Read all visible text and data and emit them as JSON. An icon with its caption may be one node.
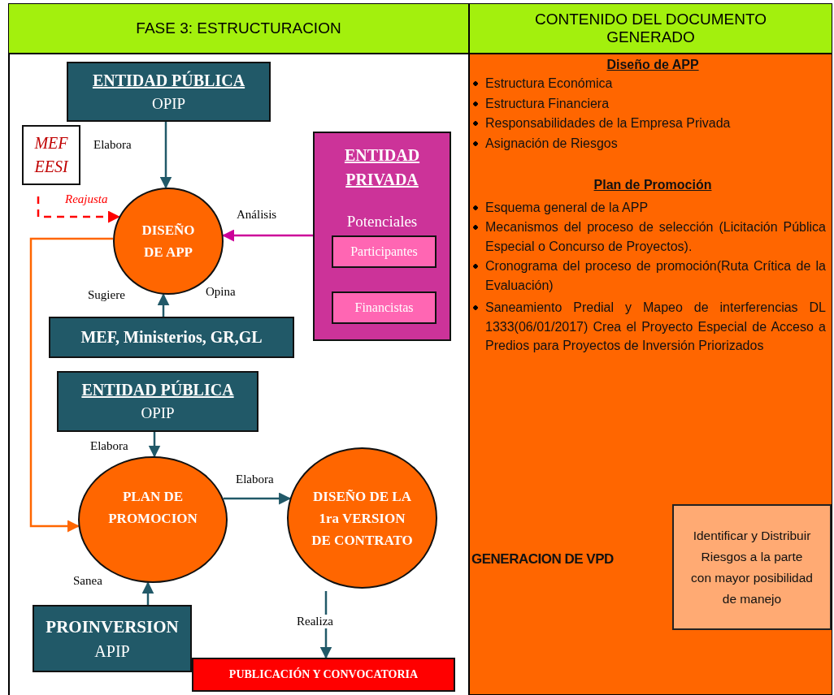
{
  "diagram": {
    "nodes": [
      {
        "text": [
          "FASE 3: ESTRUCTURACION"
        ]
      },
      {
        "text": [
          "CONTENIDO DEL DOCUMENTO GENERADO"
        ]
      },
      {
        "text": [
          "Diseño de APP",
          "Estructura Económica",
          "Estructura Financiera",
          "Responsabilidades de la Empresa Privada",
          "Asignación de Riesgos",
          "Plan de Promoción",
          "Esquema general de la APP",
          "Mecanismos del proceso de selección (Licitación Pública Especial o Concurso de Proyectos).",
          "Cronograma del proceso de  promoción(Ruta Crítica de  la Evaluación)",
          "Saneamiento Predial y Mapeo de interferencias DL 1333(06/01/2017) Crea el Proyecto Especial de Acceso a Predios para Proyectos de Inversión Priorizados",
          "GENERACION DE VPD"
        ]
      },
      {
        "text": [
          "Identificar y Distribuir Riesgos a la parte con mayor posibilidad de manejo"
        ],
        "in": 2
      },
      {
        "text": [
          "ENTIDAD PÚBLICA",
          "OPIP"
        ]
      },
      {
        "text": [
          "MEF EESI"
        ]
      },
      {
        "text": [
          "DISEÑO DE APP"
        ]
      },
      {
        "text": [
          "ENTIDAD PRIVADA",
          "Potenciales"
        ]
      },
      {
        "text": [
          "Participantes"
        ],
        "in": 7
      },
      {
        "text": [
          "Financistas"
        ],
        "in": 7
      },
      {
        "text": [
          "MEF, Ministerios, GR,GL"
        ]
      },
      {
        "text": [
          "ENTIDAD PÚBLICA",
          "OPIP"
        ]
      },
      {
        "text": [
          "PLAN DE PROMOCION"
        ]
      },
      {
        "text": [
          "DISEÑO DE LA 1ra VERSION DE CONTRATO"
        ]
      },
      {
        "text": [
          "PROINVERSION",
          "APIP"
        ]
      },
      {
        "text": [
          "PUBLICACIÓN Y CONVOCATORIA"
        ]
      }
    ],
    "edges": [
      {
        "from": 4,
        "to": 6,
        "arrow": "to",
        "label": "Elabora"
      },
      {
        "from": 5,
        "to": 6,
        "arrow": "to",
        "label": "Reajusta",
        "style": "dashed",
        "color": "#ff0000"
      },
      {
        "from": 7,
        "to": 6,
        "arrow": "to",
        "label": "Análisis",
        "color": "#cc0099"
      },
      {
        "from": 10,
        "to": 6,
        "arrow": "to",
        "label": "Sugiere"
      },
      {
        "from": 6,
        "to": 12,
        "arrow": "to",
        "color": "#ff6600"
      },
      {
        "from": 11,
        "to": 12,
        "arrow": "to",
        "label": "Elabora"
      },
      {
        "from": 12,
        "to": 13,
        "arrow": "to",
        "label": "Elabora"
      },
      {
        "from": 14,
        "to": 12,
        "arrow": "to",
        "label": "Sanea"
      },
      {
        "from": 13,
        "to": 15,
        "arrow": "to",
        "label": "Realiza"
      }
    ],
    "labels": [
      "Opina"
    ]
  }
}
